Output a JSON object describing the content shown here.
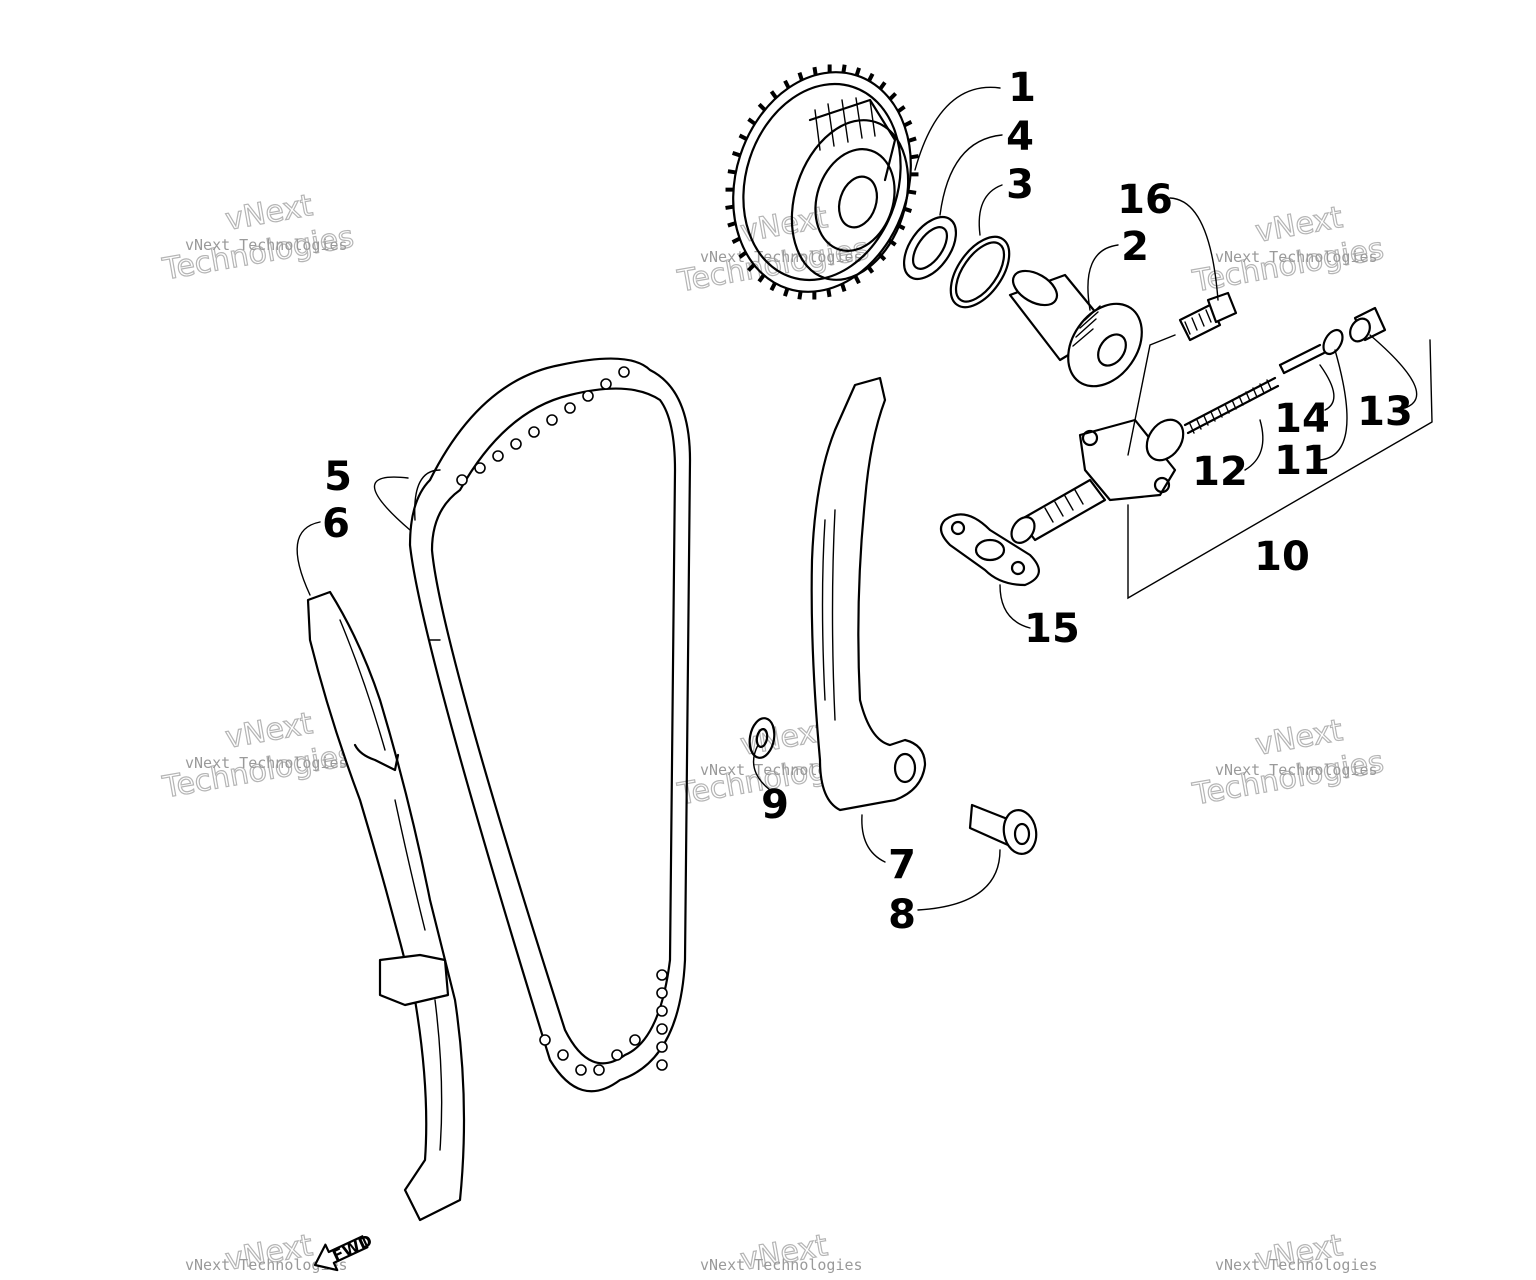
{
  "diagram": {
    "parts": {
      "p1": "1",
      "p2": "2",
      "p3": "3",
      "p4": "4",
      "p5": "5",
      "p6": "6",
      "p7": "7",
      "p8": "8",
      "p9": "9",
      "p10": "10",
      "p11": "11",
      "p12": "12",
      "p13": "13",
      "p14": "14",
      "p15": "15",
      "p16": "16"
    },
    "fwd_label": "FWD",
    "watermark": {
      "small": "vNext Technologies",
      "big_top": "vNext",
      "big_bottom": "Technologies"
    }
  }
}
